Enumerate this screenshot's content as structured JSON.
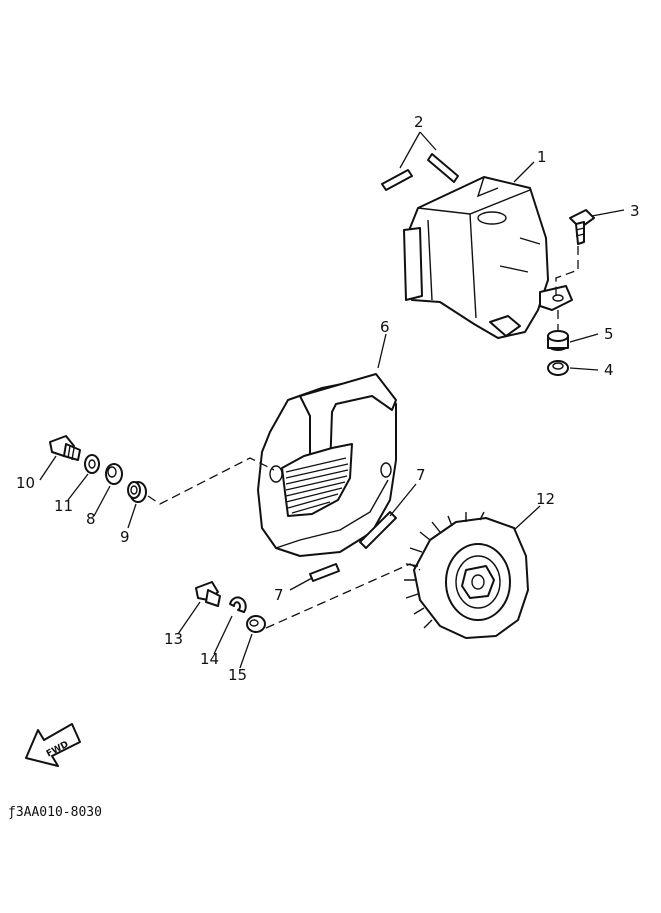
{
  "callouts": [
    {
      "id": "1",
      "text": "1"
    },
    {
      "id": "2",
      "text": "2"
    },
    {
      "id": "3",
      "text": "3"
    },
    {
      "id": "4",
      "text": "4"
    },
    {
      "id": "5",
      "text": "5"
    },
    {
      "id": "6",
      "text": "6"
    },
    {
      "id": "7a",
      "text": "7"
    },
    {
      "id": "7b",
      "text": "7"
    },
    {
      "id": "8",
      "text": "8"
    },
    {
      "id": "9",
      "text": "9"
    },
    {
      "id": "10",
      "text": "10"
    },
    {
      "id": "11",
      "text": "11"
    },
    {
      "id": "12",
      "text": "12"
    },
    {
      "id": "13",
      "text": "13"
    },
    {
      "id": "14",
      "text": "14"
    },
    {
      "id": "15",
      "text": "15"
    }
  ],
  "direction_label": "FWD",
  "diagram_code": "ƒ3AA010-8030",
  "line_color": "#111111",
  "background_color": "#ffffff"
}
